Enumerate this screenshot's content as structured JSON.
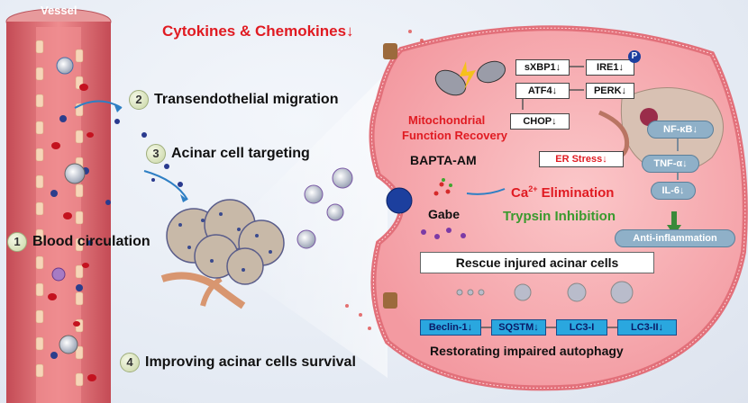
{
  "vessel_label": "Vessel",
  "cytokines_title": "Cytokines & Chemokines↓",
  "steps": [
    {
      "num": "1",
      "label": "Blood circulation"
    },
    {
      "num": "2",
      "label": "Transendothelial migration"
    },
    {
      "num": "3",
      "label": "Acinar cell targeting"
    },
    {
      "num": "4",
      "label": "Improving acinar cells survival"
    }
  ],
  "er_pathway": {
    "sxbp1": "sXBP1↓",
    "ire1": "IRE1↓",
    "ire1_p": "P",
    "atf4": "ATF4↓",
    "perk": "PERK↓",
    "chop": "CHOP↓",
    "er_stress": "ER Stress↓"
  },
  "mito_label_1": "Mitochondrial",
  "mito_label_2": "Function Recovery",
  "bapta": "BAPTA-AM",
  "gabe": "Gabe",
  "ca_elimination_prefix": "Ca",
  "ca_elimination_sup": "2+",
  "ca_elimination_suffix": " Elimination",
  "trypsin": "Trypsin Inhibition",
  "inflammation": {
    "nfkb": "NF-κB↓",
    "tnf": "TNF-α↓",
    "il6": "IL-6↓",
    "anti": "Anti-inflammation"
  },
  "rescue": "Rescue injured acinar cells",
  "autophagy": {
    "beclin": "Beclin-1↓",
    "sqstm": "SQSTM↓",
    "lc3i": "LC3-I",
    "lc3ii": "LC3-II↓",
    "caption": "Restorating impaired autophagy"
  },
  "colors": {
    "vessel": "#e8747a",
    "cell": "#f7a5aa",
    "red_text": "#e01b22",
    "green_text": "#3a9a2e",
    "blue_box": "#2aa7df"
  }
}
